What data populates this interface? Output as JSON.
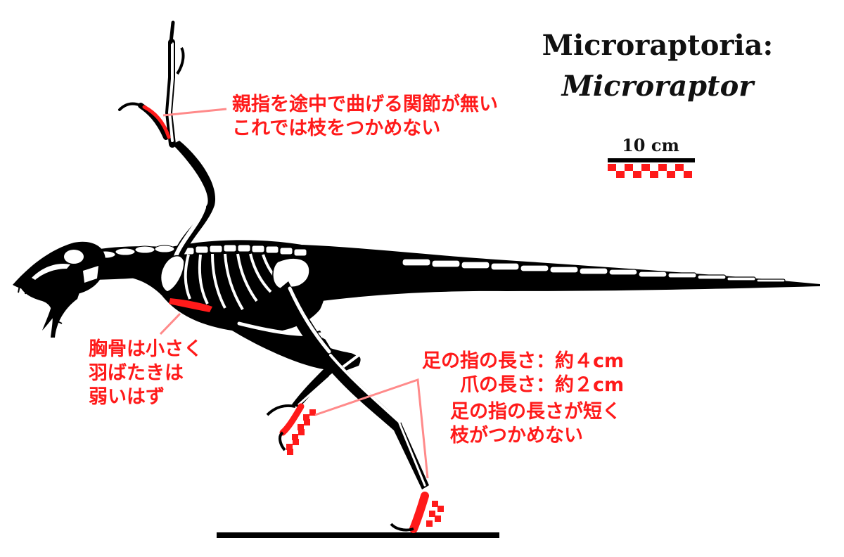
{
  "title": {
    "line1": "Microraptoria:",
    "line2": "Microraptor"
  },
  "scale_bar": {
    "label": "10 cm"
  },
  "annotations": {
    "thumb": {
      "lines": [
        "親指を途中で曲げる関節が無い",
        "これでは枝をつかめない"
      ]
    },
    "sternum": {
      "lines": [
        "胸骨は小さく",
        "羽ばたきは",
        "弱いはず"
      ]
    },
    "toe_length": {
      "lines": [
        "足の指の長さ：約４cm",
        "爪の長さ：約２cm"
      ]
    },
    "toe_short": {
      "lines": [
        "足の指の長さが短く",
        "枝がつかめない"
      ]
    }
  },
  "colors": {
    "highlight": "#ff1a1a",
    "leader_line": "#ff8a8a",
    "silhouette": "#000000",
    "bone": "#ffffff"
  }
}
